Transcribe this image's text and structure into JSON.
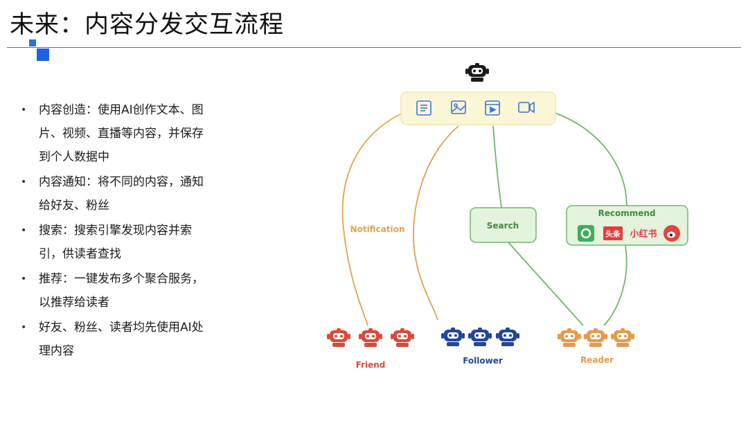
{
  "title": "未来：内容分发交互流程",
  "bullets": [
    "内容创造：使用AI创作文本、图片、视频、直播等内容，并保存到个人数据中",
    "内容通知：将不同的内容，通知给好友、粉丝",
    "搜索：搜索引擎发现内容并索引，供读者查找",
    "推荐：一键发布多个聚合服务，以推荐给读者",
    "好友、粉丝、读者均先使用AI处理内容"
  ],
  "diagram": {
    "notification_label": "Notification",
    "search_label": "Search",
    "recommend_label": "Recommend",
    "recommend_apps": {
      "toutiao": "头条",
      "xiaohongshu": "小红书"
    },
    "groups": [
      {
        "label": "Friend",
        "color": "#d94a3a"
      },
      {
        "label": "Follower",
        "color": "#23469b"
      },
      {
        "label": "Reader",
        "color": "#e59a4a"
      }
    ],
    "colors": {
      "accent": "#2f6fe4",
      "notification": "#e6a04a",
      "search": "#6ab86a",
      "recommend": "#6ab86a",
      "content_panel": "#fbf6d6"
    }
  }
}
